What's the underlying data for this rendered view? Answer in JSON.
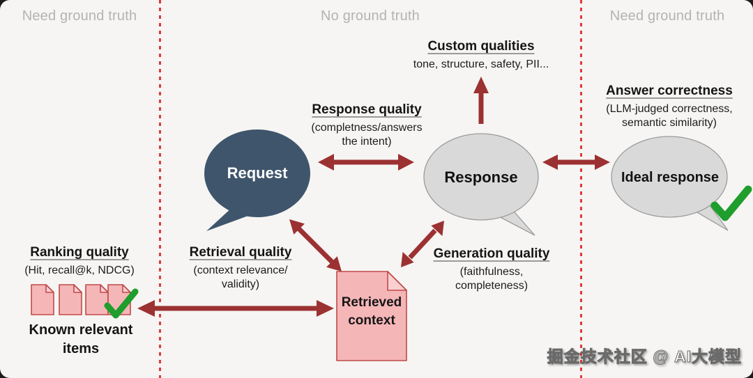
{
  "colors": {
    "bg": "#f6f5f3",
    "arrow": "#9c3132",
    "dashed": "#e03a3a",
    "request_fill": "#3f556b",
    "bubble_fill": "#d9d9d9",
    "bubble_stroke": "#9b9b9b",
    "doc_fill": "#f5b6b8",
    "doc_fold": "#f9cfd0",
    "doc_stroke": "#c04a48",
    "green": "#1f9e2d",
    "header_text": "#b5b3b1",
    "ink": "#151515"
  },
  "zones": [
    {
      "label": "Need ground truth"
    },
    {
      "label": "No ground truth"
    },
    {
      "label": "Need ground truth"
    }
  ],
  "nodes": {
    "request": {
      "label": "Request"
    },
    "response": {
      "label": "Response"
    },
    "ideal_response": {
      "label": "Ideal response"
    },
    "retrieved_context": {
      "label": "Retrieved context"
    },
    "known_relevant_items": {
      "label": "Known relevant items"
    }
  },
  "annotations": {
    "custom_qualities": {
      "title": "Custom qualities",
      "subtitle": "tone, structure, safety, PII..."
    },
    "answer_correctness": {
      "title": "Answer correctness",
      "line1": "(LLM-judged correctness,",
      "line2": "semantic similarity)"
    },
    "response_quality": {
      "title": "Response quality",
      "line1": "(completness/answers",
      "line2": "the intent)"
    },
    "retrieval_quality": {
      "title": "Retrieval quality",
      "line1": "(context relevance/",
      "line2": "validity)"
    },
    "generation_quality": {
      "title": "Generation quality",
      "line1": "(faithfulness,",
      "line2": "completeness)"
    },
    "ranking_quality": {
      "title": "Ranking quality",
      "subtitle": "(Hit, recall@k, NDCG)"
    }
  },
  "icons": {
    "check": "green-checkmark",
    "document": "document-with-folded-corner"
  },
  "watermark": "掘金技术社区 @ AI大模型"
}
